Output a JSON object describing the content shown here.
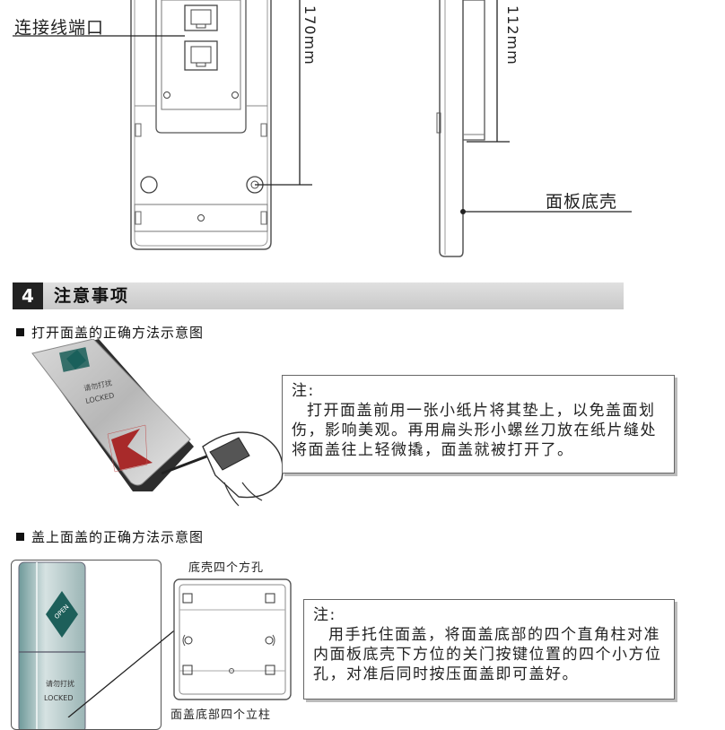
{
  "top": {
    "connector_label": "连接线端口",
    "dim_left": "170mm",
    "dim_right": "112mm",
    "base_label": "面板底壳"
  },
  "section": {
    "number": "4",
    "title": "注意事项"
  },
  "open": {
    "heading": "打开面盖的正确方法示意图",
    "device_text_cn": "请勿打扰",
    "device_text_en": "LOCKED",
    "note_head": "注:",
    "note_body": "打开面盖前用一张小纸片将其垫上，以免盖面划伤，影响美观。再用扁头形小螺丝刀放在纸片缝处将面盖往上轻微撬，面盖就被打开了。"
  },
  "close": {
    "heading": "盖上面盖的正确方法示意图",
    "device_text_cn": "请勿打扰",
    "device_text_en": "LOCKED",
    "holes_label": "底壳四个方孔",
    "pins_label": "面盖底部四个立柱",
    "note_head": "注:",
    "note_body": "用手托住面盖，将面盖底部的四个直角柱对准内面板底壳下方位的关门按键位置的四个小方位孔，对准后同时按压面盖即可盖好。"
  }
}
